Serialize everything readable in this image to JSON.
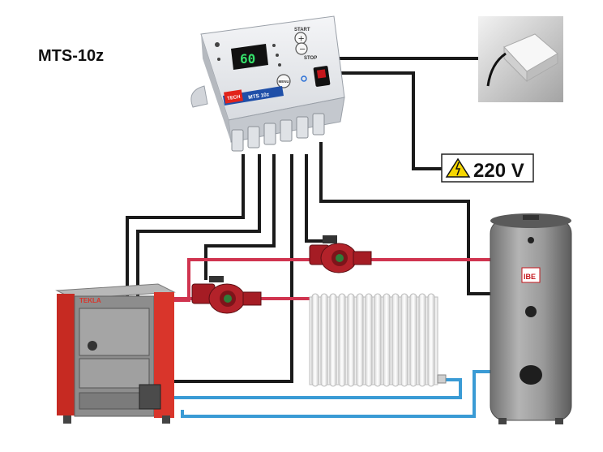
{
  "diagram": {
    "title": "MTS-10z",
    "controller": {
      "display": "60",
      "start_label": "START",
      "stop_label": "STOP",
      "brand": "TECH",
      "model": "MTS 10z",
      "menu_label": "MENU"
    },
    "voltage_label": "220 V",
    "boiler_brand": "TEKLA",
    "tank_brand": "IBE"
  },
  "colors": {
    "hot_pipe": "#d0344f",
    "cold_pipe": "#3a9bd5",
    "cable": "#1a1a1a",
    "boiler_red": "#d9352b",
    "pump_red": "#b3222a",
    "tank_grey": "#8e8e8e",
    "display_green": "#35e06a",
    "warning_yellow": "#f5d600"
  }
}
